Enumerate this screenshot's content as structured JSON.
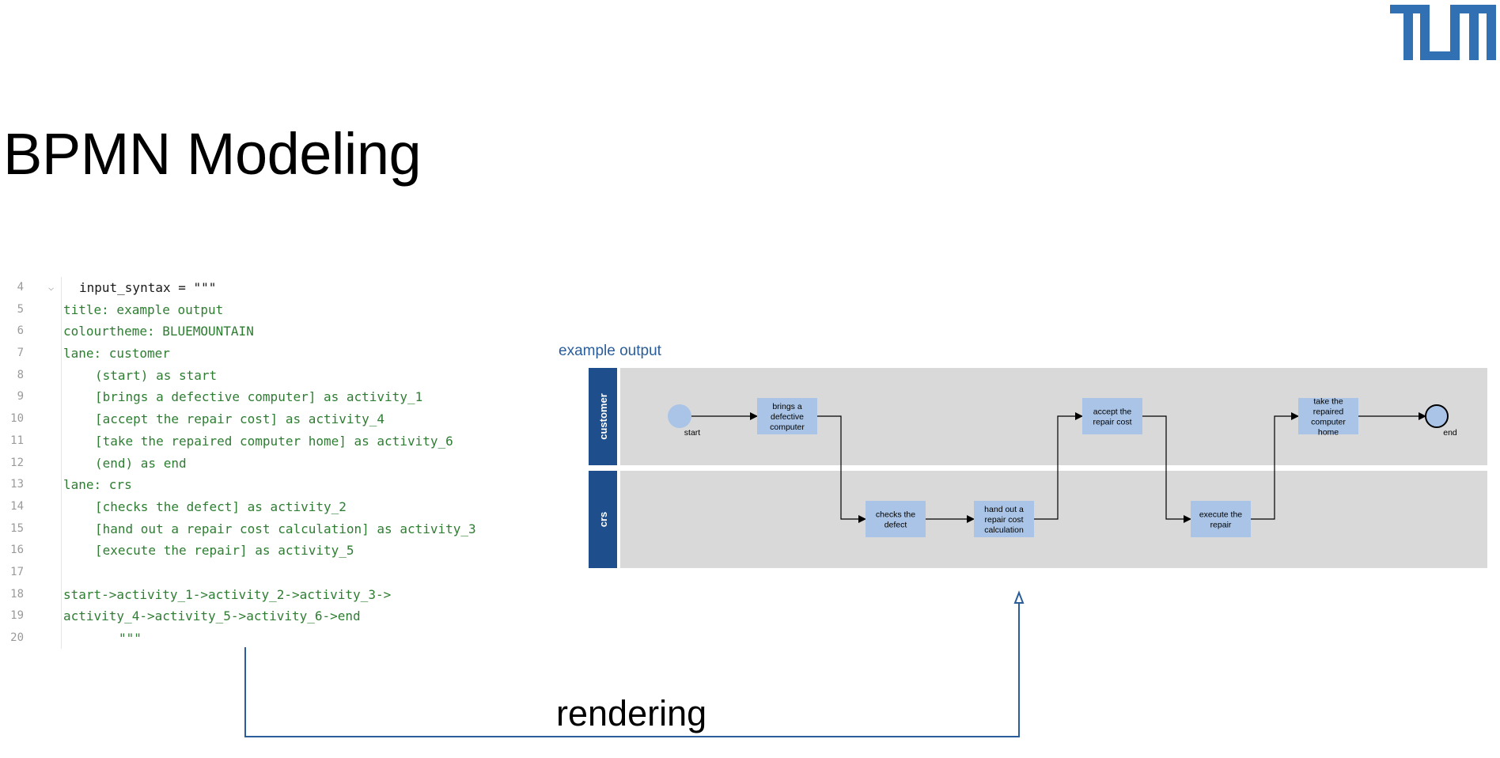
{
  "slide": {
    "title": "BPMN Modeling",
    "logo_text": "TUM",
    "accent_color": "#3070b3",
    "render_label": "rendering"
  },
  "code": {
    "fold_icon": "chevron-down-icon",
    "lines": [
      {
        "no": "4",
        "text": "input_syntax = \"\"\"",
        "indent": 2,
        "kind": "var"
      },
      {
        "no": "5",
        "text": "title: example output",
        "indent": 0,
        "kind": "str"
      },
      {
        "no": "6",
        "text": "colourtheme: BLUEMOUNTAIN",
        "indent": 0,
        "kind": "str"
      },
      {
        "no": "7",
        "text": "lane: customer",
        "indent": 0,
        "kind": "str"
      },
      {
        "no": "8",
        "text": "(start) as start",
        "indent": 4,
        "kind": "str"
      },
      {
        "no": "9",
        "text": "[brings a defective computer] as activity_1",
        "indent": 4,
        "kind": "str"
      },
      {
        "no": "10",
        "text": "[accept the repair cost] as activity_4",
        "indent": 4,
        "kind": "str"
      },
      {
        "no": "11",
        "text": "[take the repaired computer home] as activity_6",
        "indent": 4,
        "kind": "str"
      },
      {
        "no": "12",
        "text": "(end) as end",
        "indent": 4,
        "kind": "str"
      },
      {
        "no": "13",
        "text": "lane: crs",
        "indent": 0,
        "kind": "str"
      },
      {
        "no": "14",
        "text": "[checks the defect] as activity_2",
        "indent": 4,
        "kind": "str"
      },
      {
        "no": "15",
        "text": "[hand out a repair cost calculation] as activity_3",
        "indent": 4,
        "kind": "str"
      },
      {
        "no": "16",
        "text": "[execute the repair] as activity_5",
        "indent": 4,
        "kind": "str"
      },
      {
        "no": "17",
        "text": "",
        "indent": 0,
        "kind": "str"
      },
      {
        "no": "18",
        "text": "start->activity_1->activity_2->activity_3->",
        "indent": 0,
        "kind": "str"
      },
      {
        "no": "19",
        "text": "activity_4->activity_5->activity_6->end",
        "indent": 0,
        "kind": "str"
      },
      {
        "no": "20",
        "text": "\"\"\"",
        "indent": 7,
        "kind": "str"
      }
    ]
  },
  "diagram": {
    "title": "example output",
    "colors": {
      "title": "#2a5d9a",
      "lane_header": "#1f4e8c",
      "lane_body": "#d9d9d9",
      "task_fill": "#a9c4e6",
      "start_fill": "#a9c4e6",
      "end_fill": "#a9c4e6"
    },
    "lanes": [
      {
        "id": "customer",
        "label": "customer"
      },
      {
        "id": "crs",
        "label": "crs"
      }
    ],
    "nodes": [
      {
        "id": "start",
        "type": "start",
        "label": "start",
        "lane": "customer"
      },
      {
        "id": "activity_1",
        "type": "task",
        "lines": [
          "brings a",
          "defective",
          "computer"
        ],
        "lane": "customer"
      },
      {
        "id": "activity_2",
        "type": "task",
        "lines": [
          "checks the",
          "defect"
        ],
        "lane": "crs"
      },
      {
        "id": "activity_3",
        "type": "task",
        "lines": [
          "hand out a",
          "repair cost",
          "calculation"
        ],
        "lane": "crs"
      },
      {
        "id": "activity_4",
        "type": "task",
        "lines": [
          "accept the",
          "repair cost"
        ],
        "lane": "customer"
      },
      {
        "id": "activity_5",
        "type": "task",
        "lines": [
          "execute the",
          "repair"
        ],
        "lane": "crs"
      },
      {
        "id": "activity_6",
        "type": "task",
        "lines": [
          "take the",
          "repaired",
          "computer",
          "home"
        ],
        "lane": "customer"
      },
      {
        "id": "end",
        "type": "end",
        "label": "end",
        "lane": "customer"
      }
    ],
    "flows": [
      [
        "start",
        "activity_1"
      ],
      [
        "activity_1",
        "activity_2"
      ],
      [
        "activity_2",
        "activity_3"
      ],
      [
        "activity_3",
        "activity_4"
      ],
      [
        "activity_4",
        "activity_5"
      ],
      [
        "activity_5",
        "activity_6"
      ],
      [
        "activity_6",
        "end"
      ]
    ]
  }
}
